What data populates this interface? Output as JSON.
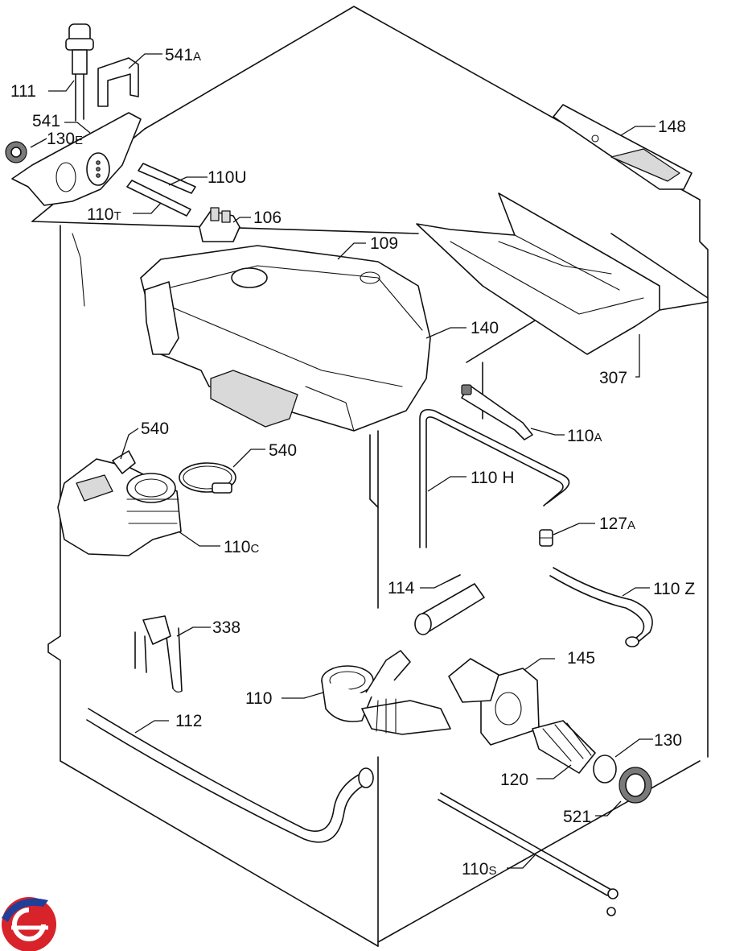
{
  "callouts": [
    {
      "id": "111",
      "base": "111",
      "suffix": ""
    },
    {
      "id": "541a",
      "base": "541",
      "suffix": "A"
    },
    {
      "id": "541",
      "base": "541",
      "suffix": ""
    },
    {
      "id": "130e",
      "base": "130",
      "suffix": "E"
    },
    {
      "id": "110u",
      "base": "110U",
      "suffix": ""
    },
    {
      "id": "110t",
      "base": "110",
      "suffix": "T"
    },
    {
      "id": "106",
      "base": "106",
      "suffix": ""
    },
    {
      "id": "109",
      "base": "109",
      "suffix": ""
    },
    {
      "id": "148",
      "base": "148",
      "suffix": ""
    },
    {
      "id": "140",
      "base": "140",
      "suffix": ""
    },
    {
      "id": "307",
      "base": "307",
      "suffix": ""
    },
    {
      "id": "540-left",
      "base": "540",
      "suffix": ""
    },
    {
      "id": "540-right",
      "base": "540",
      "suffix": ""
    },
    {
      "id": "110a",
      "base": "110",
      "suffix": "A"
    },
    {
      "id": "110h",
      "base": "110 H",
      "suffix": ""
    },
    {
      "id": "127a",
      "base": "127",
      "suffix": "A"
    },
    {
      "id": "110c",
      "base": "110",
      "suffix": "C"
    },
    {
      "id": "114",
      "base": "114",
      "suffix": ""
    },
    {
      "id": "110z",
      "base": "110 Z",
      "suffix": ""
    },
    {
      "id": "338",
      "base": "338",
      "suffix": ""
    },
    {
      "id": "145",
      "base": "145",
      "suffix": ""
    },
    {
      "id": "110",
      "base": "110",
      "suffix": ""
    },
    {
      "id": "112",
      "base": "112",
      "suffix": ""
    },
    {
      "id": "130",
      "base": "130",
      "suffix": ""
    },
    {
      "id": "120",
      "base": "120",
      "suffix": ""
    },
    {
      "id": "521",
      "base": "521",
      "suffix": ""
    },
    {
      "id": "110s",
      "base": "110",
      "suffix": "S"
    }
  ],
  "colors": {
    "line": "#111111",
    "logo_red": "#d8232a",
    "logo_blue": "#1f3f99"
  }
}
